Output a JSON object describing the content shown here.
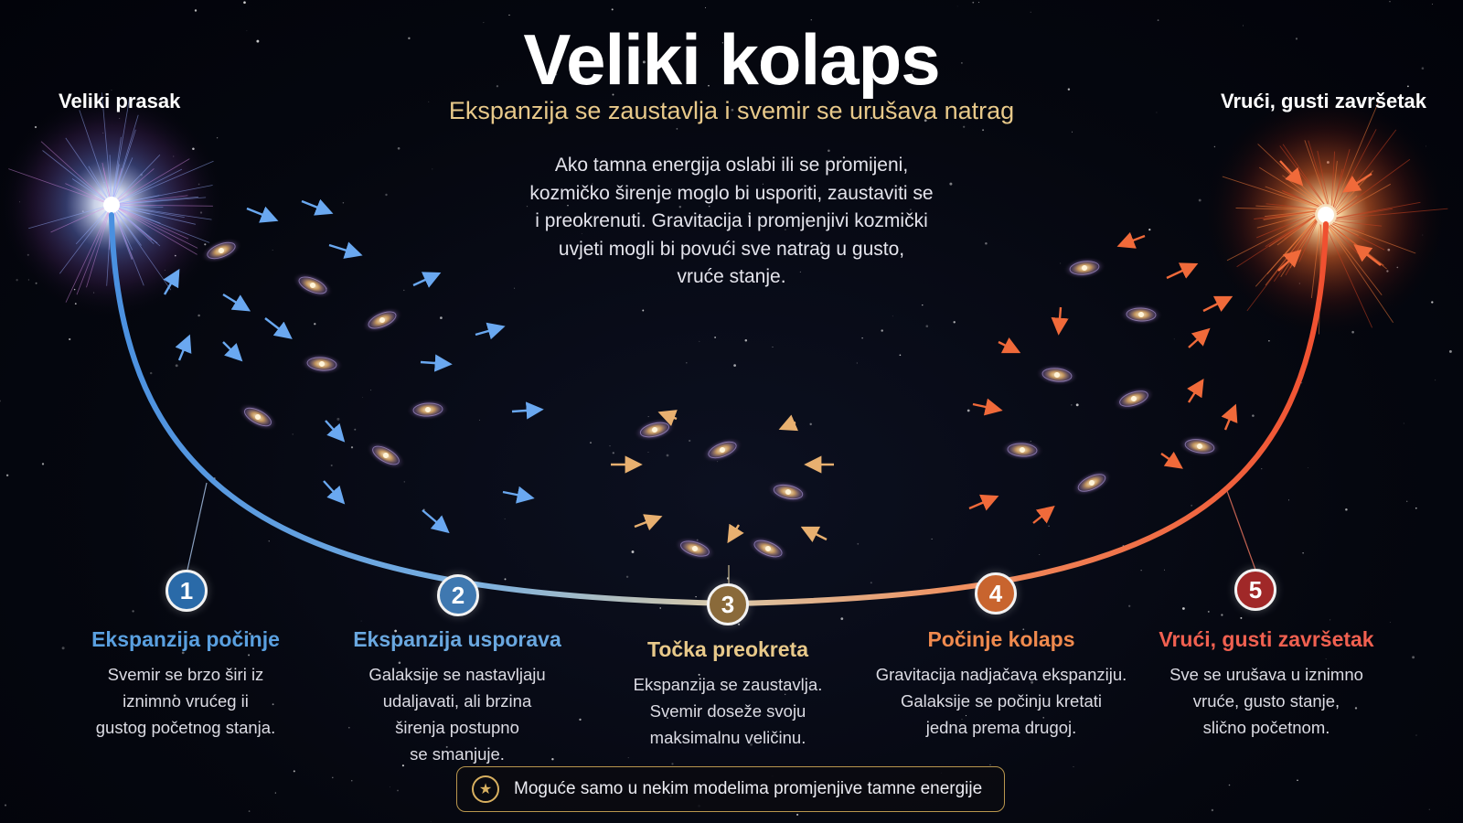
{
  "header": {
    "title": "Veliki kolaps",
    "subtitle": "Ekspanzija se zaustavlja i svemir se urušava natrag",
    "intro_lines": [
      "Ako tamna energija oslabi ili se promijeni,",
      "kozmičko širenje moglo bi usporiti, zaustaviti se",
      "i preokrenuti. Gravitacija i promjenjivi kozmički",
      "uvjeti mogli bi povući sve natrag u gusto,",
      "vruće stanje."
    ]
  },
  "corners": {
    "left": "Veliki prasak",
    "right": "Vrući, gusti završetak"
  },
  "steps": [
    {
      "number": "1",
      "title": "Ekspanzija počinje",
      "desc": [
        "Svemir se brzo širi iz",
        "iznimno vrućeg ii",
        "gustog početnog stanja."
      ],
      "color": "#5aa0e0",
      "badge_color": "#2a6aa8"
    },
    {
      "number": "2",
      "title": "Ekspanzija usporava",
      "desc": [
        "Galaksije se nastavljaju",
        "udaljavati, ali brzina",
        "širenja postupno",
        "se smanjuje."
      ],
      "color": "#6aa8e0",
      "badge_color": "#3f78b0"
    },
    {
      "number": "3",
      "title": "Točka preokreta",
      "desc": [
        "Ekspanzija se zaustavlja.",
        "Svemir doseže svoju",
        "maksimalnu veličinu."
      ],
      "color": "#e8c98a",
      "badge_color": "#8a6a3a"
    },
    {
      "number": "4",
      "title": "Počinje kolaps",
      "desc": [
        "Gravitacija nadjačava ekspanziju.",
        "Galaksije se počinju kretati",
        "jedna prema drugoj."
      ],
      "color": "#f08a4e",
      "badge_color": "#c8642e"
    },
    {
      "number": "5",
      "title": "Vrući, gusti završetak",
      "desc": [
        "Sve se urušava u iznimno",
        "vruće, gusto stanje,",
        "slično početnom."
      ],
      "color": "#f06050",
      "badge_color": "#a02828"
    }
  ],
  "note": {
    "icon": "star-icon",
    "text": "Moguće samo u nekim modelima promjenjive tamne energije"
  },
  "colors": {
    "expansion_blue": "#5aa0e0",
    "turning_gold": "#e8c98a",
    "collapse_red": "#f06040",
    "background": "#05070f"
  }
}
